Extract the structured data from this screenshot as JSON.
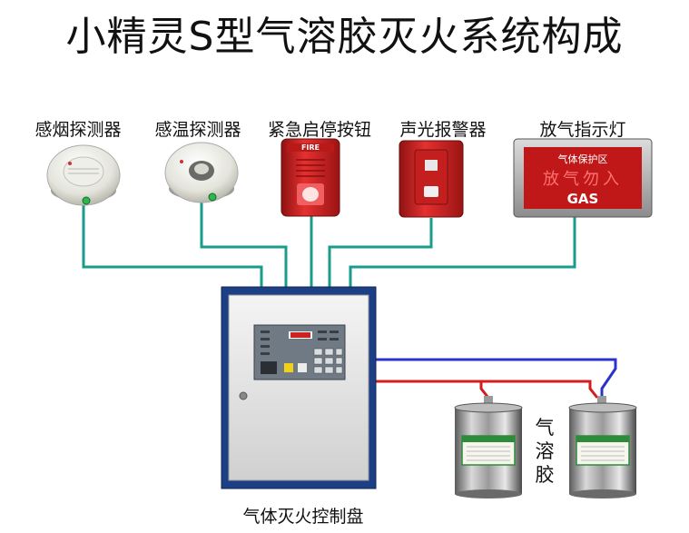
{
  "title": "小精灵S型气溶胶灭火系统构成",
  "devices": {
    "smoke_detector": "感烟探测器",
    "heat_detector": "感温探测器",
    "emergency_button": "紧急启停按钮",
    "sound_light_alarm": "声光报警器",
    "release_indicator": "放气指示灯"
  },
  "device_text": {
    "fire": "FIRE",
    "indicator_top": "气体保护区",
    "indicator_middle": "放气勿入",
    "indicator_bottom": "GAS"
  },
  "controller": {
    "label": "气体灭火控制盘"
  },
  "aerosol": {
    "label_lines": [
      "气",
      "溶",
      "胶"
    ]
  },
  "colors": {
    "wire_teal": "#1a9c8c",
    "wire_red": "#d21e1e",
    "wire_blue": "#2a34c8",
    "cabinet_blue": "#1c3f86"
  }
}
